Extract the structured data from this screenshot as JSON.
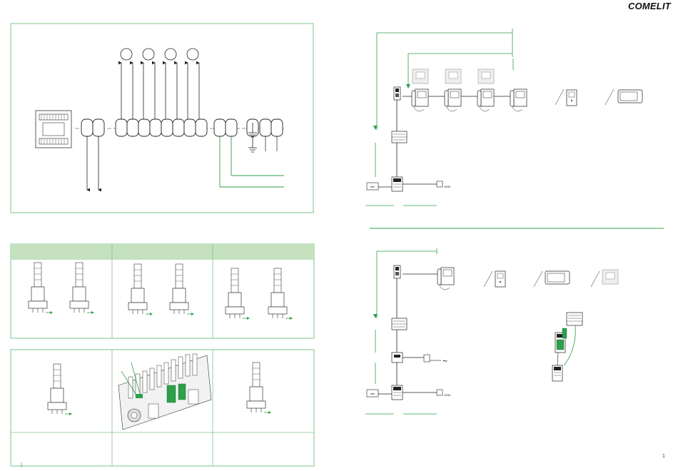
{
  "brand": {
    "logo_text": "COMELIT",
    "accent_color": "#2ca04a",
    "header_fill": "#c5e1bf",
    "frame_color": "#7cc68a"
  },
  "top_right_diagram": {
    "dc_symbol": "⎓",
    "ac_symbol": "~",
    "code_label": "1595"
  },
  "bottom_right_diagram": {
    "dc_symbol": "⎓",
    "ac_symbol": "~",
    "code_label": "1595"
  },
  "page": {
    "number": "1"
  }
}
